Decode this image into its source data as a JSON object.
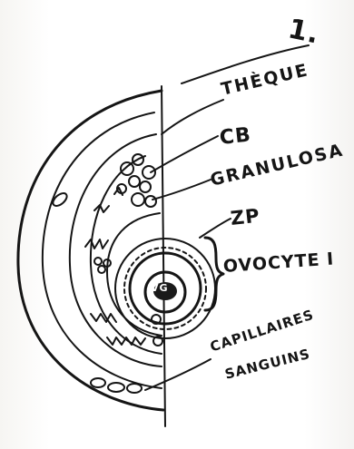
{
  "figure": {
    "number_mark": "1.",
    "labels": {
      "theca": "THÈQUE",
      "cb": "CB",
      "granulosa": "GRANULOSA",
      "zp": "ZP",
      "oocyte": "OVOCYTE I",
      "capillaries_line1": "CAPILLAIRES",
      "capillaries_line2": "SANGUINS",
      "nucleus": "VG"
    }
  },
  "colors": {
    "ink": "#151515",
    "paper": "#ffffff",
    "nucleus_fill": "#1a1a1a"
  }
}
